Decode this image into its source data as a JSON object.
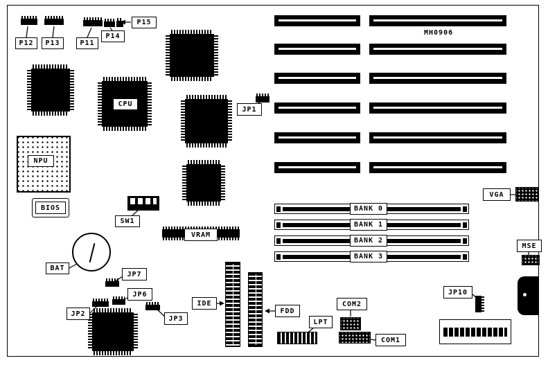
{
  "diagram": {
    "type": "motherboard-layout",
    "model_code": "MH0906",
    "colors": {
      "ink": "#000000",
      "paper": "#ffffff"
    },
    "labels": {
      "p11": "P11",
      "p12": "P12",
      "p13": "P13",
      "p14": "P14",
      "p15": "P15",
      "cpu": "CPU",
      "npu": "NPU",
      "bios": "BIOS",
      "sw1": "SW1",
      "bat": "BAT",
      "vram": "VRAM",
      "jp1": "JP1",
      "jp2": "JP2",
      "jp3": "JP3",
      "jp6": "JP6",
      "jp7": "JP7",
      "jp10": "JP10",
      "ide": "IDE",
      "fdd": "FDD",
      "lpt": "LPT",
      "com1": "COM1",
      "com2": "COM2",
      "vga": "VGA",
      "mse": "MSE",
      "bank0": "BANK 0",
      "bank1": "BANK 1",
      "bank2": "BANK 2",
      "bank3": "BANK 3"
    }
  }
}
